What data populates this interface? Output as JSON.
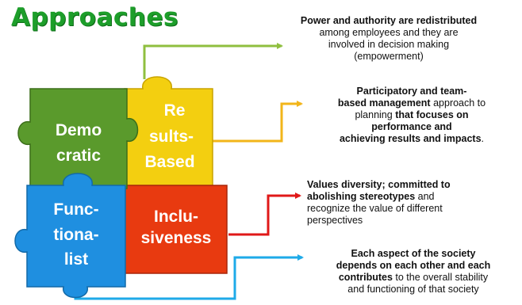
{
  "title": "Approaches",
  "pieces": {
    "democratic": [
      "Demo",
      "cratic"
    ],
    "results": [
      "Re",
      "sults-",
      "Based"
    ],
    "functionalist": [
      "Func-",
      "tiona-",
      "list"
    ],
    "inclusiveness": [
      "Inclu-",
      "siveness"
    ]
  },
  "descriptions": {
    "democratic": [
      [
        {
          "t": "Power and authority are redistributed",
          "b": true
        }
      ],
      [
        {
          "t": "among employees and they are",
          "b": false
        }
      ],
      [
        {
          "t": "involved in decision making",
          "b": false
        }
      ],
      [
        {
          "t": "(empowerment)",
          "b": false
        }
      ]
    ],
    "results": [
      [
        {
          "t": "Participatory and team-",
          "b": true
        }
      ],
      [
        {
          "t": "based management",
          "b": true
        },
        {
          "t": " approach to",
          "b": false
        }
      ],
      [
        {
          "t": "planning ",
          "b": false
        },
        {
          "t": "that focuses on",
          "b": true
        }
      ],
      [
        {
          "t": "performance and",
          "b": true
        }
      ],
      [
        {
          "t": "achieving results and impacts",
          "b": true
        },
        {
          "t": ".",
          "b": false
        }
      ]
    ],
    "inclusiveness": [
      [
        {
          "t": "Values diversity; committed to",
          "b": true
        }
      ],
      [
        {
          "t": "abolishing stereotypes",
          "b": true
        },
        {
          "t": " and",
          "b": false
        }
      ],
      [
        {
          "t": "recognize the value of different",
          "b": false
        }
      ],
      [
        {
          "t": "perspectives",
          "b": false
        }
      ]
    ],
    "functionalist": [
      [
        {
          "t": "Each aspect of the society",
          "b": true
        }
      ],
      [
        {
          "t": "depends on each other and each",
          "b": true
        }
      ],
      [
        {
          "t": "contributes",
          "b": true
        },
        {
          "t": " to the overall stability",
          "b": false
        }
      ],
      [
        {
          "t": "and functioning of that society",
          "b": false
        }
      ]
    ]
  },
  "colors": {
    "title": "#1d9e2a",
    "democratic": "#5a9a2c",
    "results": "#f3cf10",
    "functionalist": "#1f8fe0",
    "inclusiveness": "#e83a10",
    "arrow_green": "#8fbf3f",
    "arrow_yellow": "#f2b51a",
    "arrow_red": "#e01818",
    "arrow_blue": "#1eaae8"
  }
}
